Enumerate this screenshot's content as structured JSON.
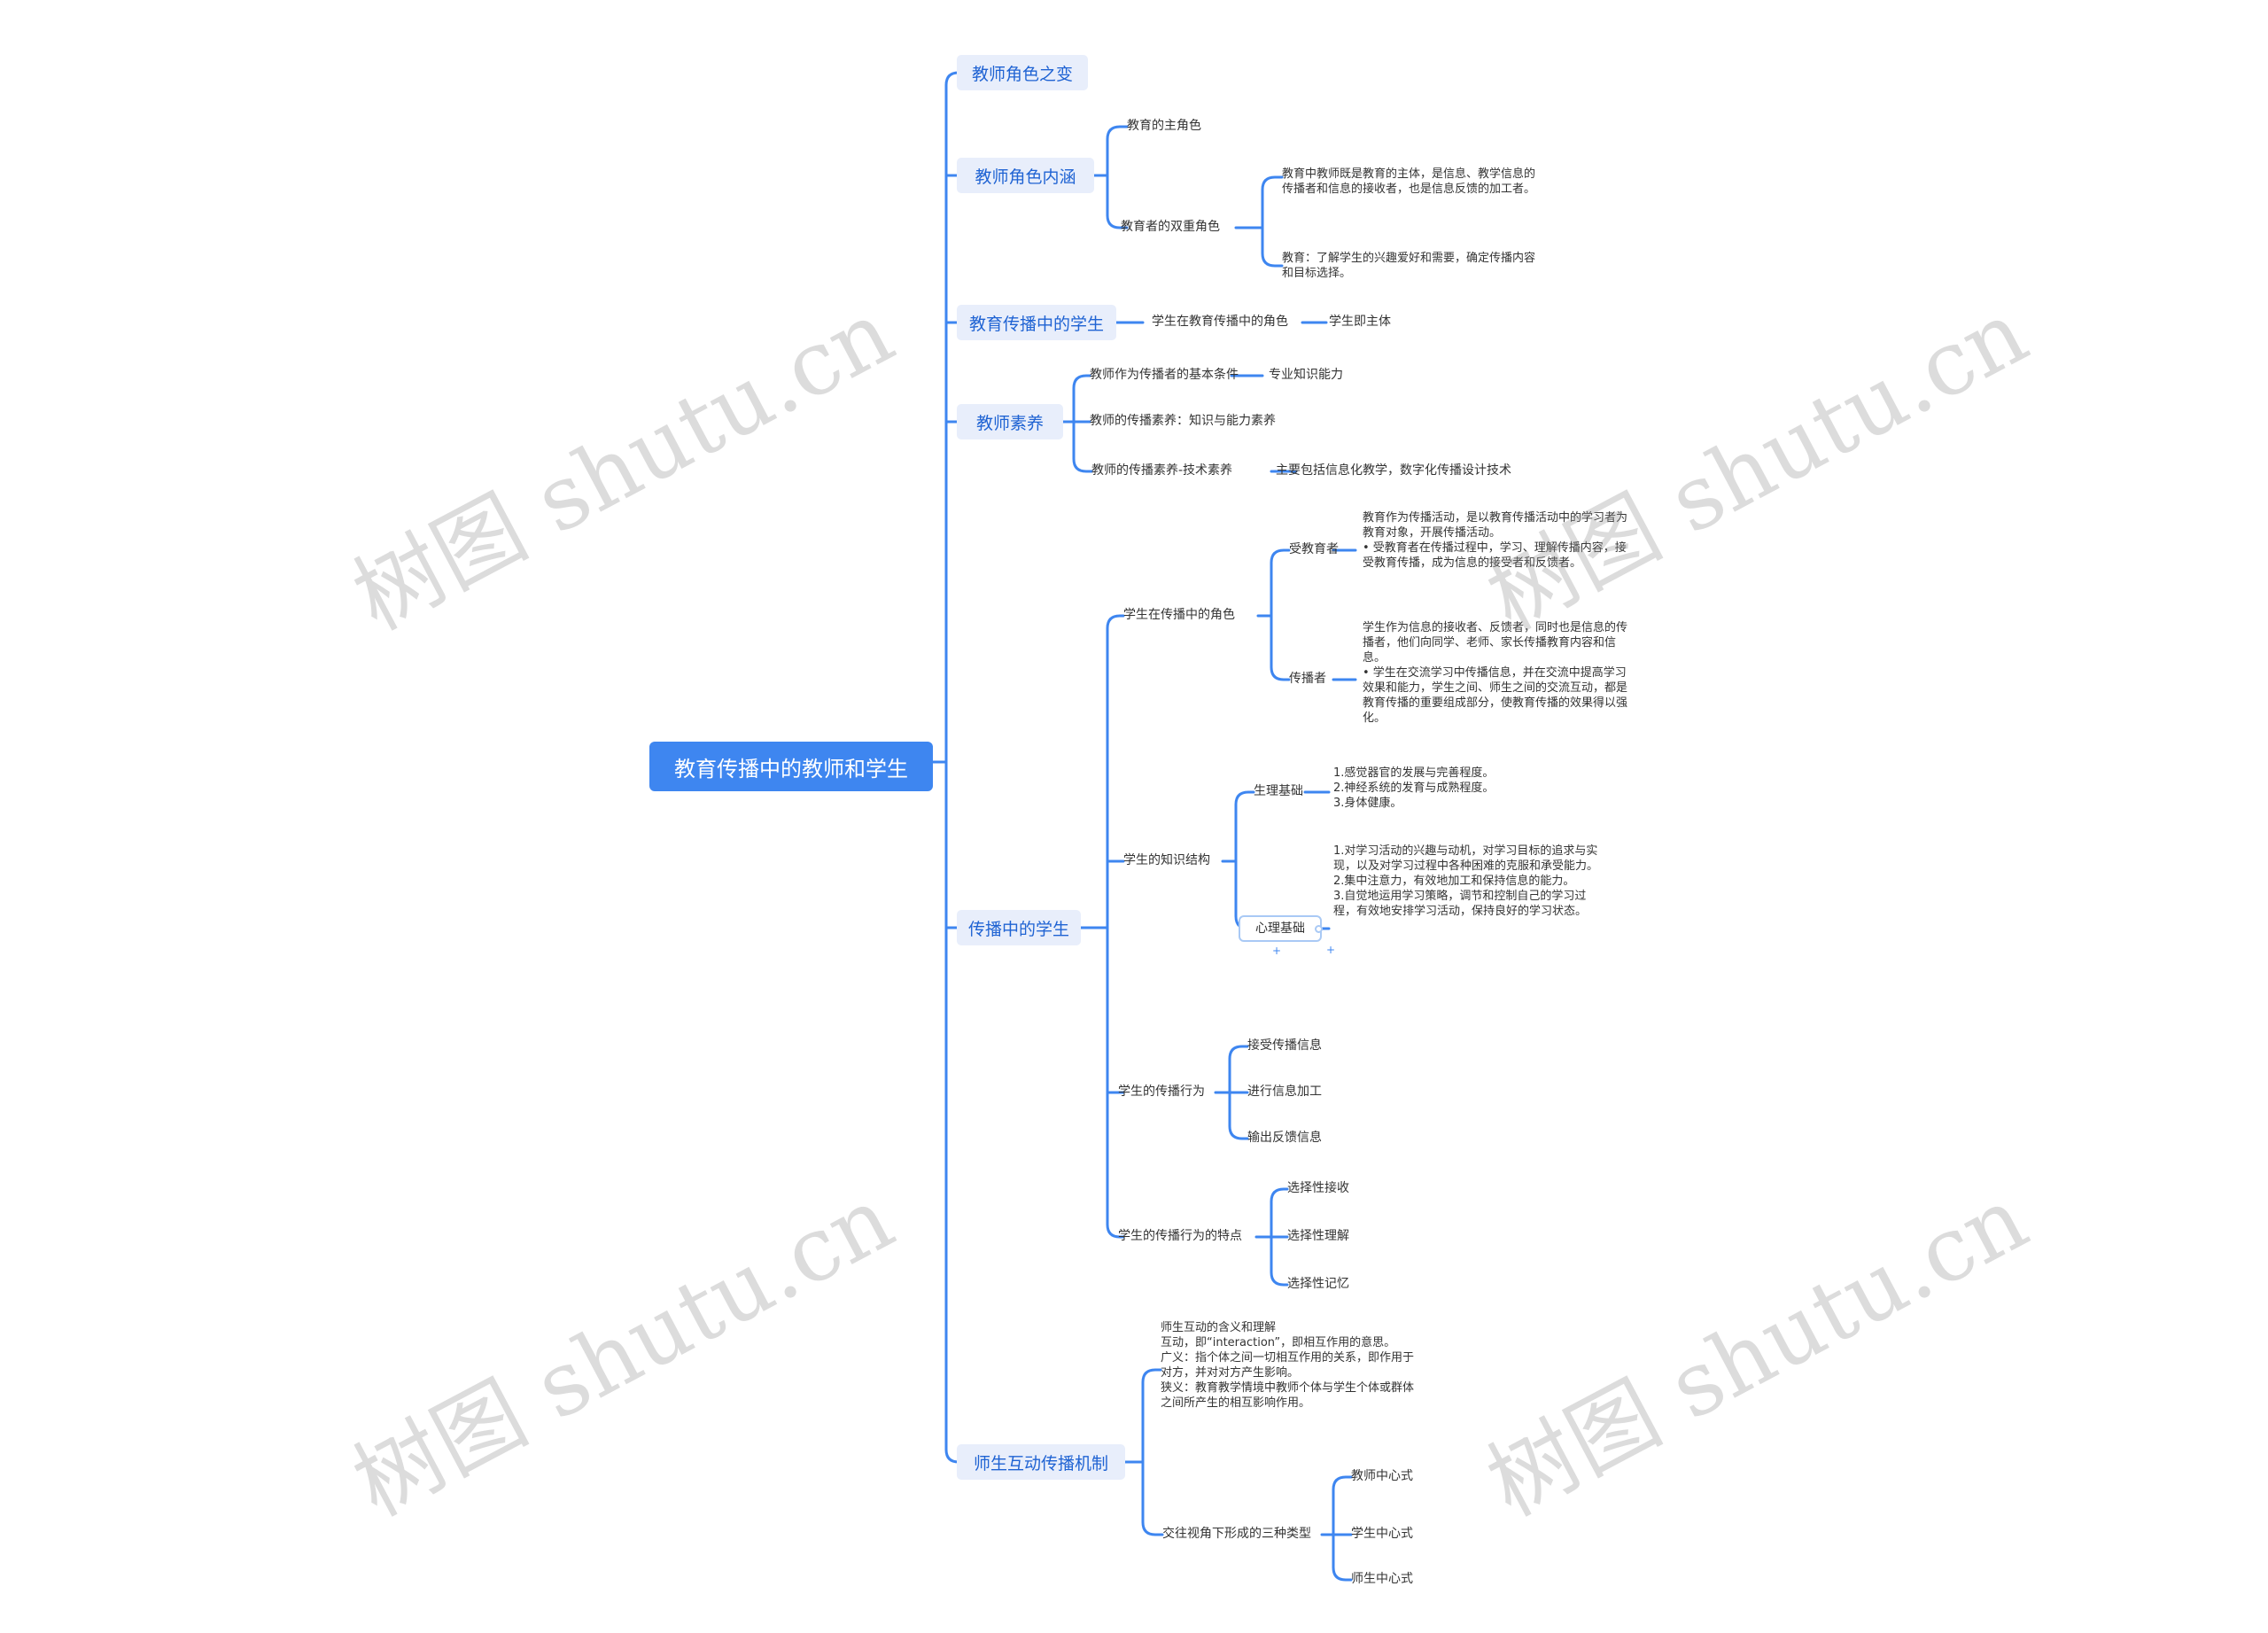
{
  "root": "教育传播中的教师和学生",
  "branches": {
    "b1": "教师角色之变",
    "b2": "教师角色内涵",
    "b2_c1": "教育的主角色",
    "b2_c2": "教育者的双重角色",
    "b2_c2_l1": "教育中教师既是教育的主体，是信息、教学信息的传播者和信息的接收者，也是信息反馈的加工者。",
    "b2_c2_l2": "教育：了解学生的兴趣爱好和需要，确定传播内容和目标选择。",
    "b3": "教育传播中的学生",
    "b3_c1": "学生在教育传播中的角色",
    "b3_c1_c1": "学生即主体",
    "b4": "教师素养",
    "b4_c1": "教师作为传播者的基本条件",
    "b4_c1_c1": "专业知识能力",
    "b4_c2": "教师的传播素养：知识与能力素养",
    "b4_c3": "教师的传播素养-技术素养",
    "b4_c3_c1": "主要包括信息化教学，数字化传播设计技术",
    "b5": "传播中的学生",
    "b5_c1": "学生在传播中的角色",
    "b5_c1_c1": "受教育者",
    "b5_c1_c1_t": "教育作为传播活动，是以教育传播活动中的学习者为教育对象，开展传播活动。\n• 受教育者在传播过程中，学习、理解传播内容，接受教育传播，成为信息的接受者和反馈者。",
    "b5_c1_c2": "传播者",
    "b5_c1_c2_t": "学生作为信息的接收者、反馈者，同时也是信息的传播者，他们向同学、老师、家长传播教育内容和信息。\n• 学生在交流学习中传播信息，并在交流中提高学习效果和能力，学生之间、师生之间的交流互动，都是教育传播的重要组成部分，使教育传播的效果得以强化。",
    "b5_c2": "学生的知识结构",
    "b5_c2_c1": "生理基础",
    "b5_c2_c1_t": "1.感觉器官的发展与完善程度。\n2.神经系统的发育与成熟程度。\n3.身体健康。",
    "b5_c2_c2": "心理基础",
    "b5_c2_c2_t": "1.对学习活动的兴趣与动机，对学习目标的追求与实现，以及对学习过程中各种困难的克服和承受能力。\n2.集中注意力，有效地加工和保持信息的能力。\n3.自觉地运用学习策略，调节和控制自己的学习过程，有效地安排学习活动，保持良好的学习状态。",
    "b5_c3": "学生的传播行为",
    "b5_c3_c1": "接受传播信息",
    "b5_c3_c2": "进行信息加工",
    "b5_c3_c3": "输出反馈信息",
    "b5_c4": "学生的传播行为的特点",
    "b5_c4_c1": "选择性接收",
    "b5_c4_c2": "选择性理解",
    "b5_c4_c3": "选择性记忆",
    "b6": "师生互动传播机制",
    "b6_c1_t": "师生互动的含义和理解\n互动，即“interaction”，即相互作用的意思。\n广义：指个体之间一切相互作用的关系，即作用于对方，并对对方产生影响。\n狭义：教育教学情境中教师个体与学生个体或群体之间所产生的相互影响作用。",
    "b6_c2": "交往视角下形成的三种类型",
    "b6_c2_c1": "教师中心式",
    "b6_c2_c2": "学生中心式",
    "b6_c2_c3": "师生中心式"
  },
  "watermark": "树图 shutu.cn",
  "colors": {
    "line": "#3e86f0",
    "root_bg": "#3e86f0",
    "branch_bg": "#e8eefb",
    "branch_text": "#1f63d3"
  }
}
